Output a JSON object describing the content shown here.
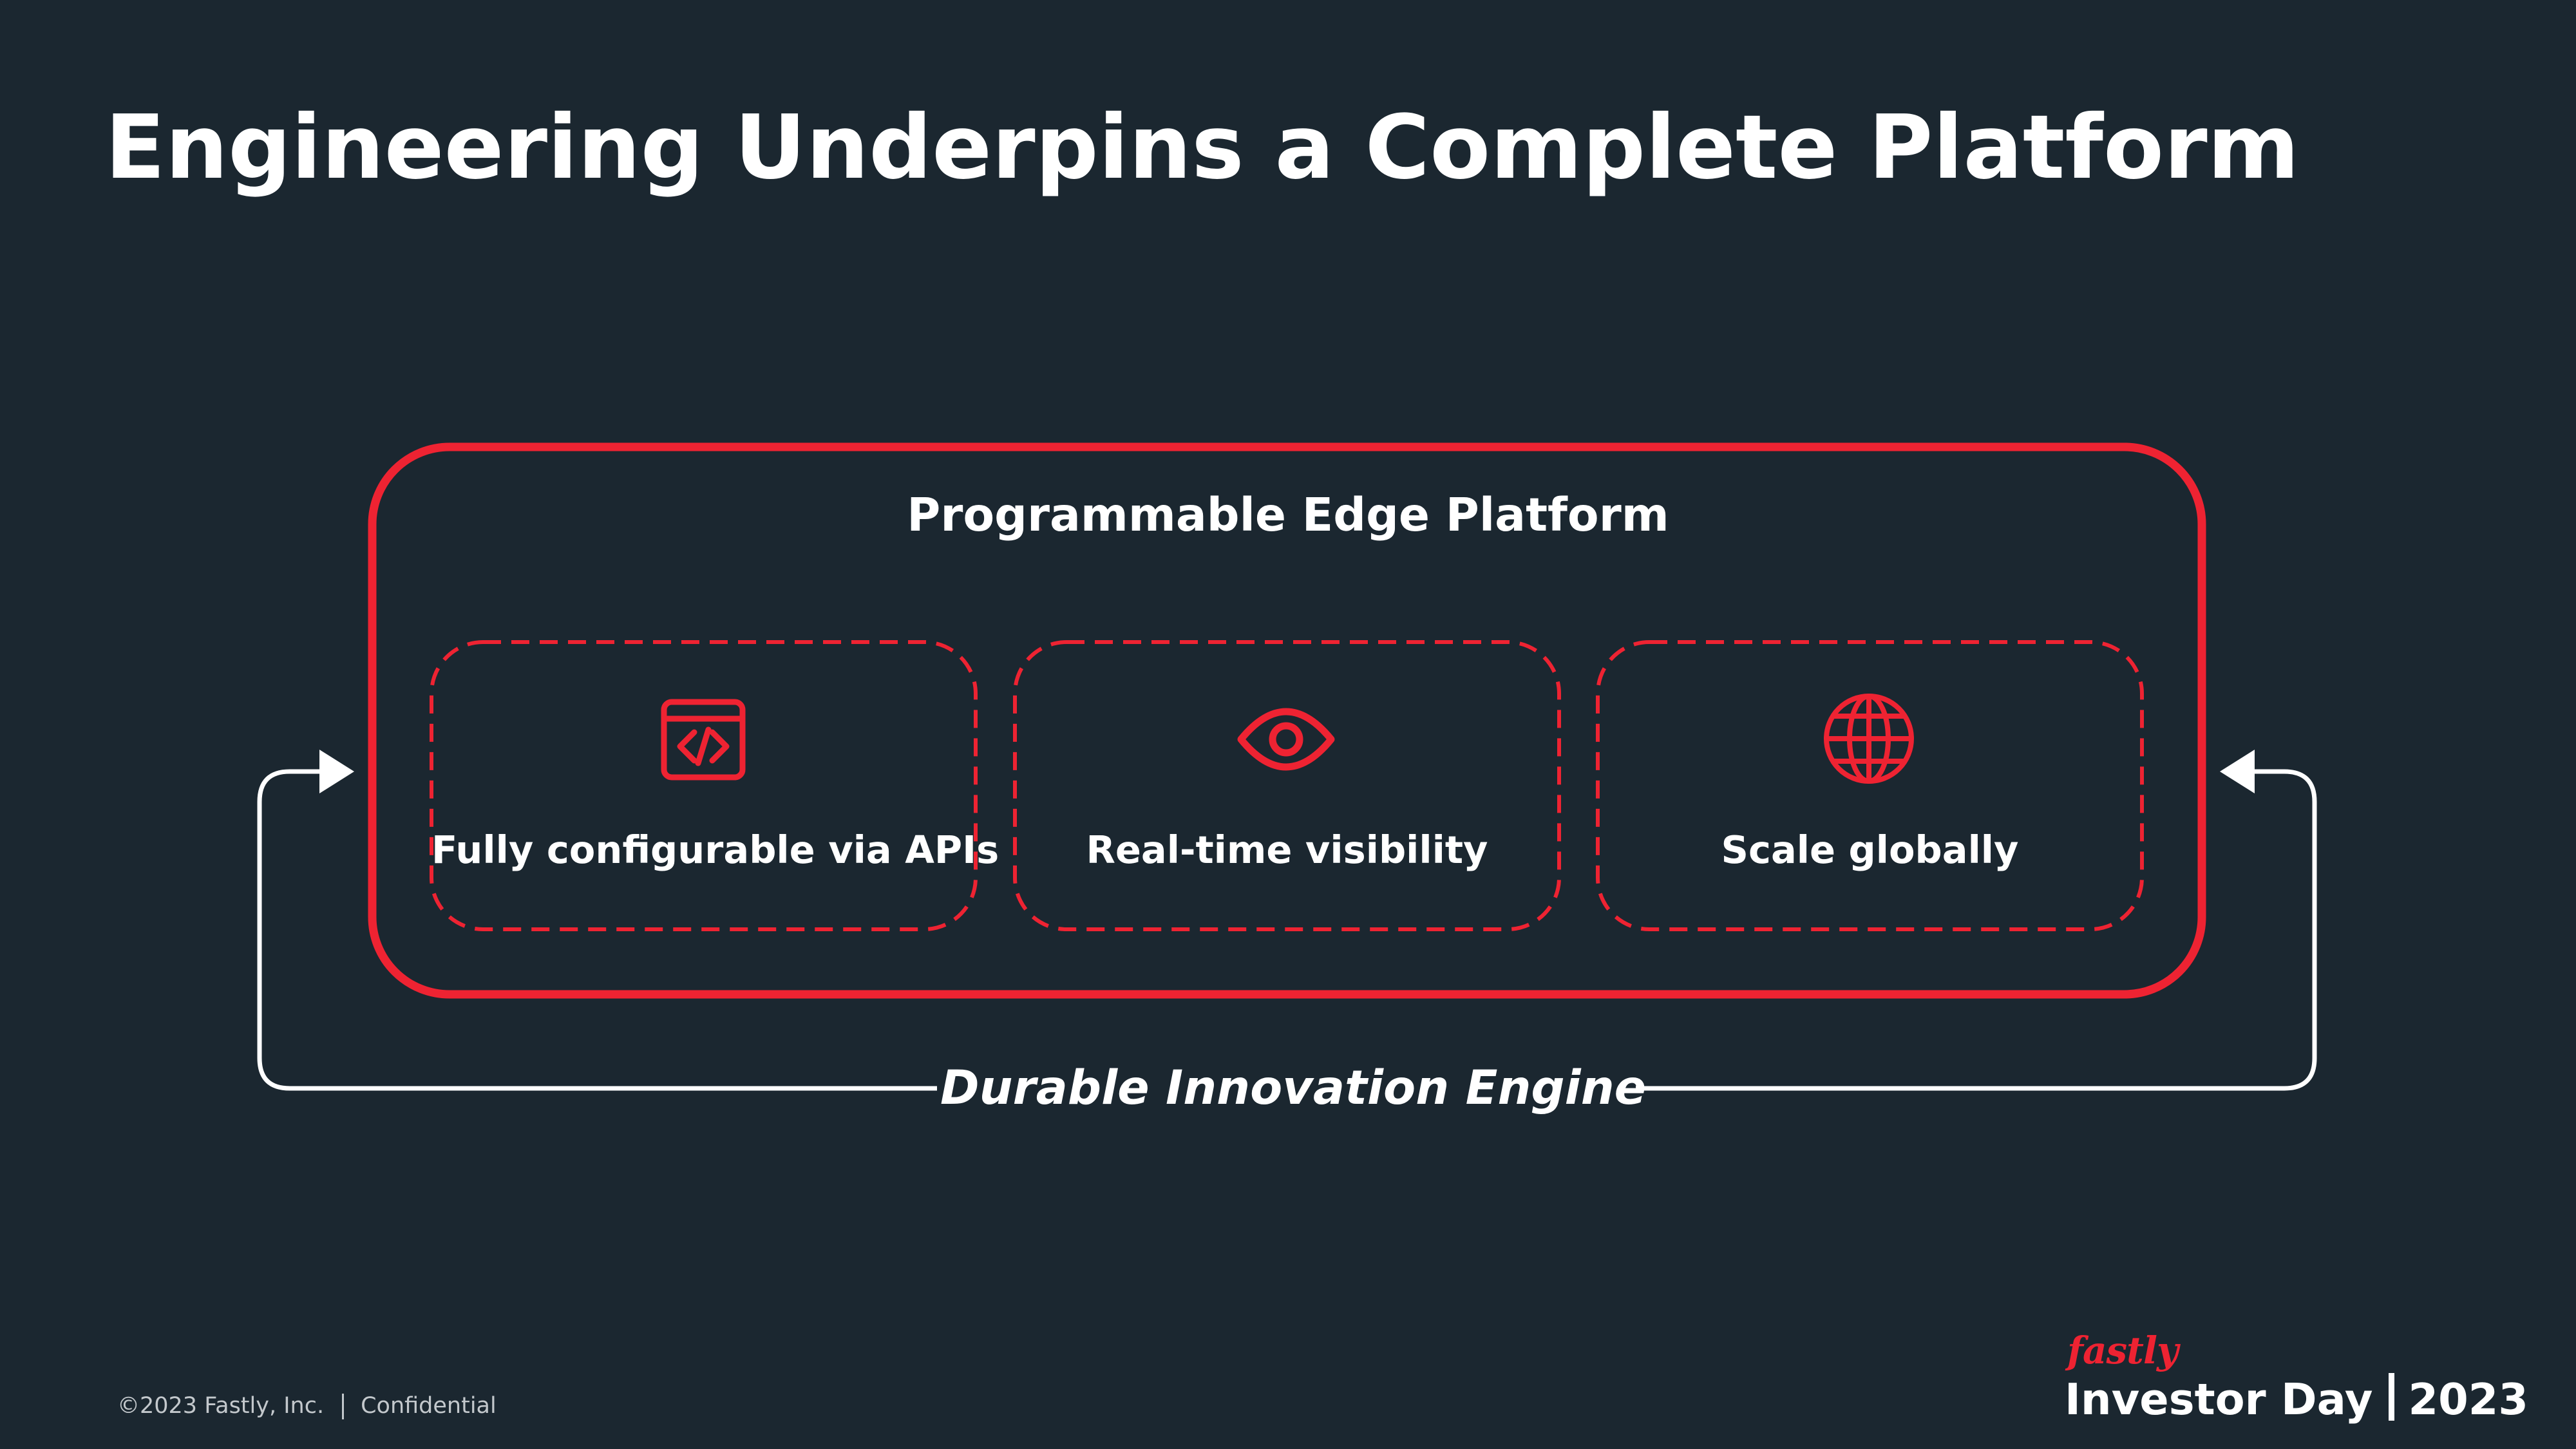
{
  "title": "Engineering Underpins a Complete Platform",
  "platform": {
    "title": "Programmable Edge Platform",
    "cards": [
      {
        "label": "Fully configurable via APIs",
        "icon": "code-window-icon"
      },
      {
        "label": "Real-time visibility",
        "icon": "eye-icon"
      },
      {
        "label": "Scale globally",
        "icon": "globe-icon"
      }
    ]
  },
  "loop": {
    "label": "Durable Innovation Engine"
  },
  "footer": {
    "copyright": "©2023 Fastly, Inc.",
    "confidential": "Confidential",
    "brand": "fastly",
    "event": "Investor Day",
    "year": "2023"
  },
  "colors": {
    "background": "#1b2730",
    "accent_red": "#ee2332",
    "text": "#ffffff"
  }
}
